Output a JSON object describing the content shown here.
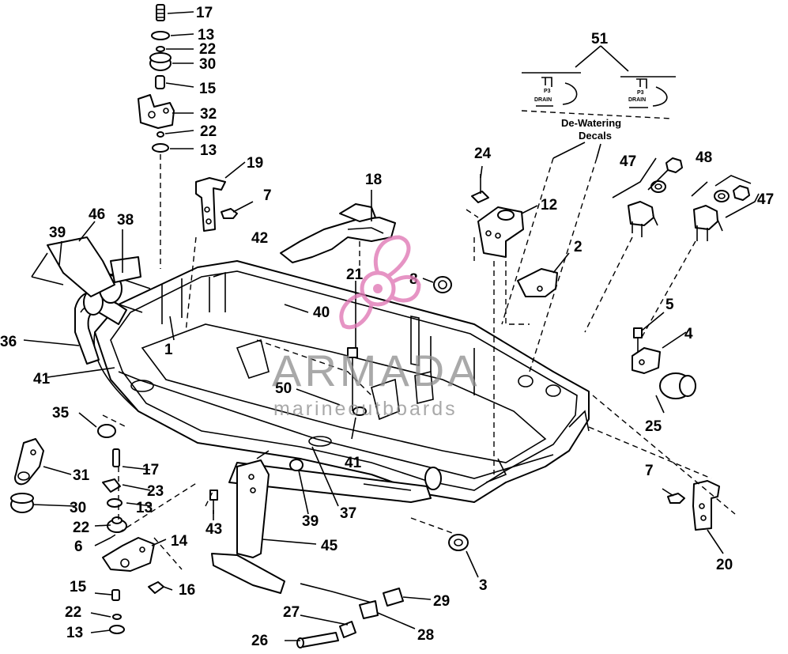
{
  "callouts": [
    "17",
    "13",
    "22",
    "30",
    "15",
    "32",
    "22",
    "13",
    "19",
    "7",
    "46",
    "38",
    "39",
    "42",
    "18",
    "24",
    "12",
    "51",
    "47",
    "48",
    "47",
    "2",
    "21",
    "8",
    "40",
    "36",
    "41",
    "1",
    "5",
    "4",
    "50",
    "41",
    "25",
    "35",
    "17",
    "31",
    "23",
    "13",
    "30",
    "22",
    "6",
    "14",
    "43",
    "39",
    "37",
    "45",
    "7",
    "20",
    "3",
    "15",
    "16",
    "22",
    "13",
    "27",
    "29",
    "28",
    "26"
  ],
  "decal_group": {
    "label_line1": "De-Watering",
    "label_line2": "Decals",
    "drain_text": "DRAIN",
    "small_text": "P3"
  },
  "watermark": {
    "brand": "ARMADA",
    "tagline": "marineoutboards",
    "colors": {
      "logo": "#e07ab6",
      "text": "#8d8d8d"
    }
  },
  "colors": {
    "ink": "#000000",
    "paper": "#ffffff"
  }
}
